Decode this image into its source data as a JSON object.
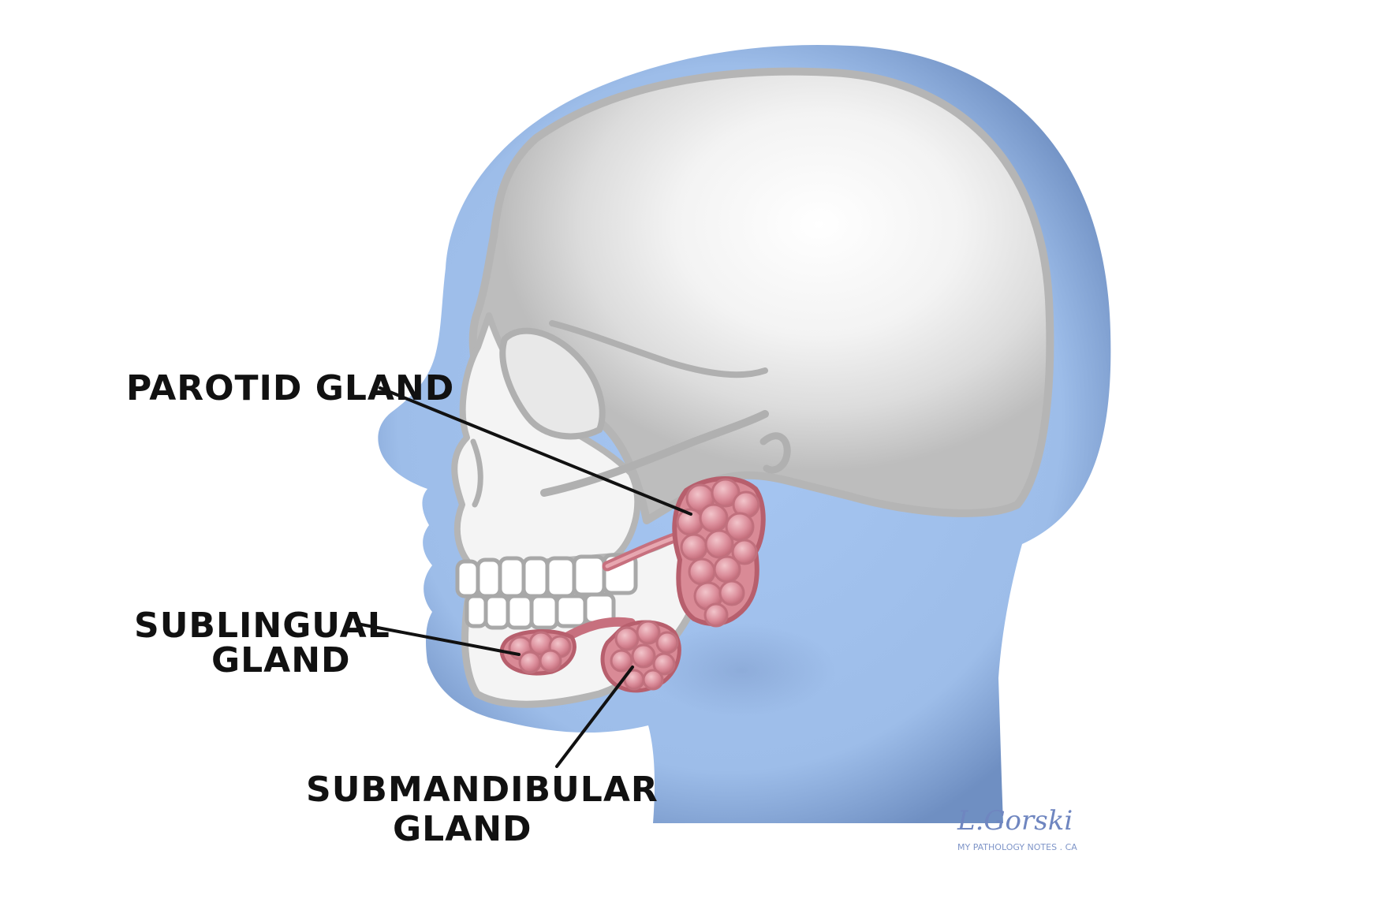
{
  "labels": {
    "parotid": "PAROTID GLAND",
    "sublingual_line1": "SUBLINGUAL",
    "sublingual_line2": "GLAND",
    "submandibular_line1": "SUBMANDIBULAR",
    "submandibular_line2": "GLAND"
  },
  "signature": {
    "name": "L.Gorski",
    "site": "MY PATHOLOGY NOTES . CA"
  },
  "colors": {
    "skin": "#9fc0ec",
    "skin_edge": "#6f8fc2",
    "skull": "#d9d9d9",
    "skull_outline": "#a9a9a9",
    "gland": "#d98a96",
    "gland_outline": "#b75f6d",
    "leader_line": "#111111"
  }
}
